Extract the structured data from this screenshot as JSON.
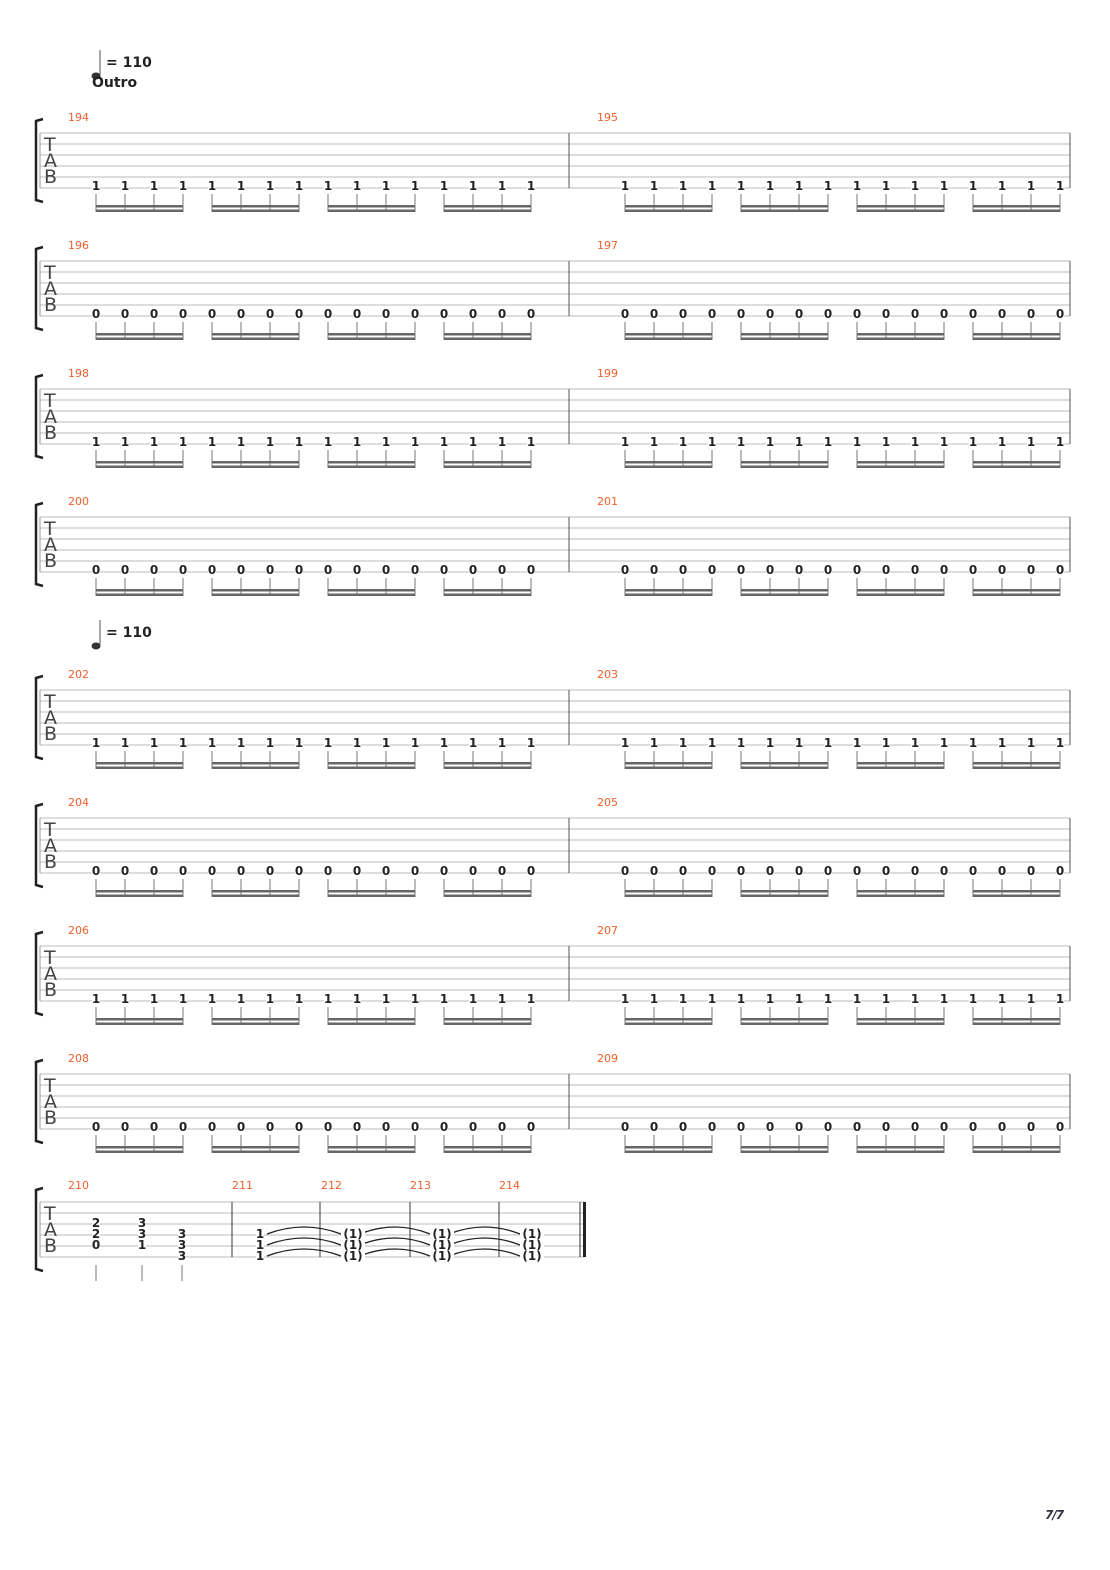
{
  "tempo_marks": [
    {
      "value": "= 110",
      "section": "Outro"
    },
    {
      "value": "= 110",
      "section": ""
    }
  ],
  "tab_label": [
    "T",
    "A",
    "B"
  ],
  "systems": [
    {
      "measures": [
        {
          "number": "194",
          "fret": "1"
        },
        {
          "number": "195",
          "fret": "1"
        }
      ]
    },
    {
      "measures": [
        {
          "number": "196",
          "fret": "0"
        },
        {
          "number": "197",
          "fret": "0"
        }
      ]
    },
    {
      "measures": [
        {
          "number": "198",
          "fret": "1"
        },
        {
          "number": "199",
          "fret": "1"
        }
      ]
    },
    {
      "measures": [
        {
          "number": "200",
          "fret": "0"
        },
        {
          "number": "201",
          "fret": "0"
        }
      ]
    },
    {
      "measures": [
        {
          "number": "202",
          "fret": "1"
        },
        {
          "number": "203",
          "fret": "1"
        }
      ]
    },
    {
      "measures": [
        {
          "number": "204",
          "fret": "0"
        },
        {
          "number": "205",
          "fret": "0"
        }
      ]
    },
    {
      "measures": [
        {
          "number": "206",
          "fret": "1"
        },
        {
          "number": "207",
          "fret": "1"
        }
      ]
    },
    {
      "measures": [
        {
          "number": "208",
          "fret": "0"
        },
        {
          "number": "209",
          "fret": "0"
        }
      ]
    }
  ],
  "notes_per_measure": 16,
  "final_system": {
    "measures": [
      "210",
      "211",
      "212",
      "213",
      "214"
    ],
    "chords_210": [
      {
        "strings": [
          3,
          4,
          5
        ],
        "frets": [
          "2",
          "2",
          "0"
        ]
      },
      {
        "strings": [
          3,
          4,
          5
        ],
        "frets": [
          "3",
          "3",
          "1"
        ]
      },
      {
        "strings": [
          4,
          5,
          6
        ],
        "frets": [
          "3",
          "3",
          "3"
        ]
      }
    ],
    "chord_211": {
      "strings": [
        4,
        5,
        6
      ],
      "frets": [
        "1",
        "1",
        "1"
      ]
    },
    "tied_fret": "(1)"
  },
  "page_number": "7/7",
  "colors": {
    "measure_number": "#f0602a",
    "staff_line": "#bbbbbb"
  }
}
